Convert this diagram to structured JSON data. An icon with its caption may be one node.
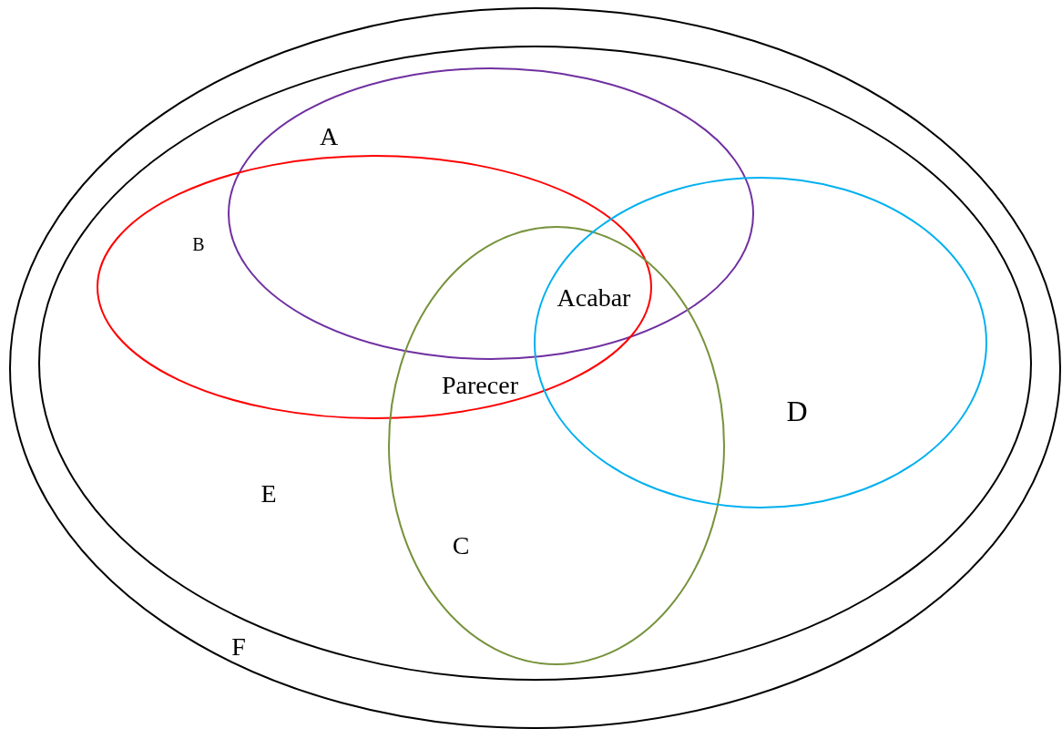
{
  "diagram": {
    "nodes": [
      {
        "text": [
          "F"
        ]
      },
      {
        "text": [
          "E"
        ],
        "in": 0
      },
      {
        "text": [
          "A"
        ],
        "in": 1
      },
      {
        "text": [
          "B"
        ],
        "in": 1
      },
      {
        "text": [
          "C"
        ],
        "in": 1
      },
      {
        "text": [
          "D"
        ],
        "in": 1
      }
    ],
    "labels": [
      "Acabar",
      "Parecer"
    ]
  }
}
